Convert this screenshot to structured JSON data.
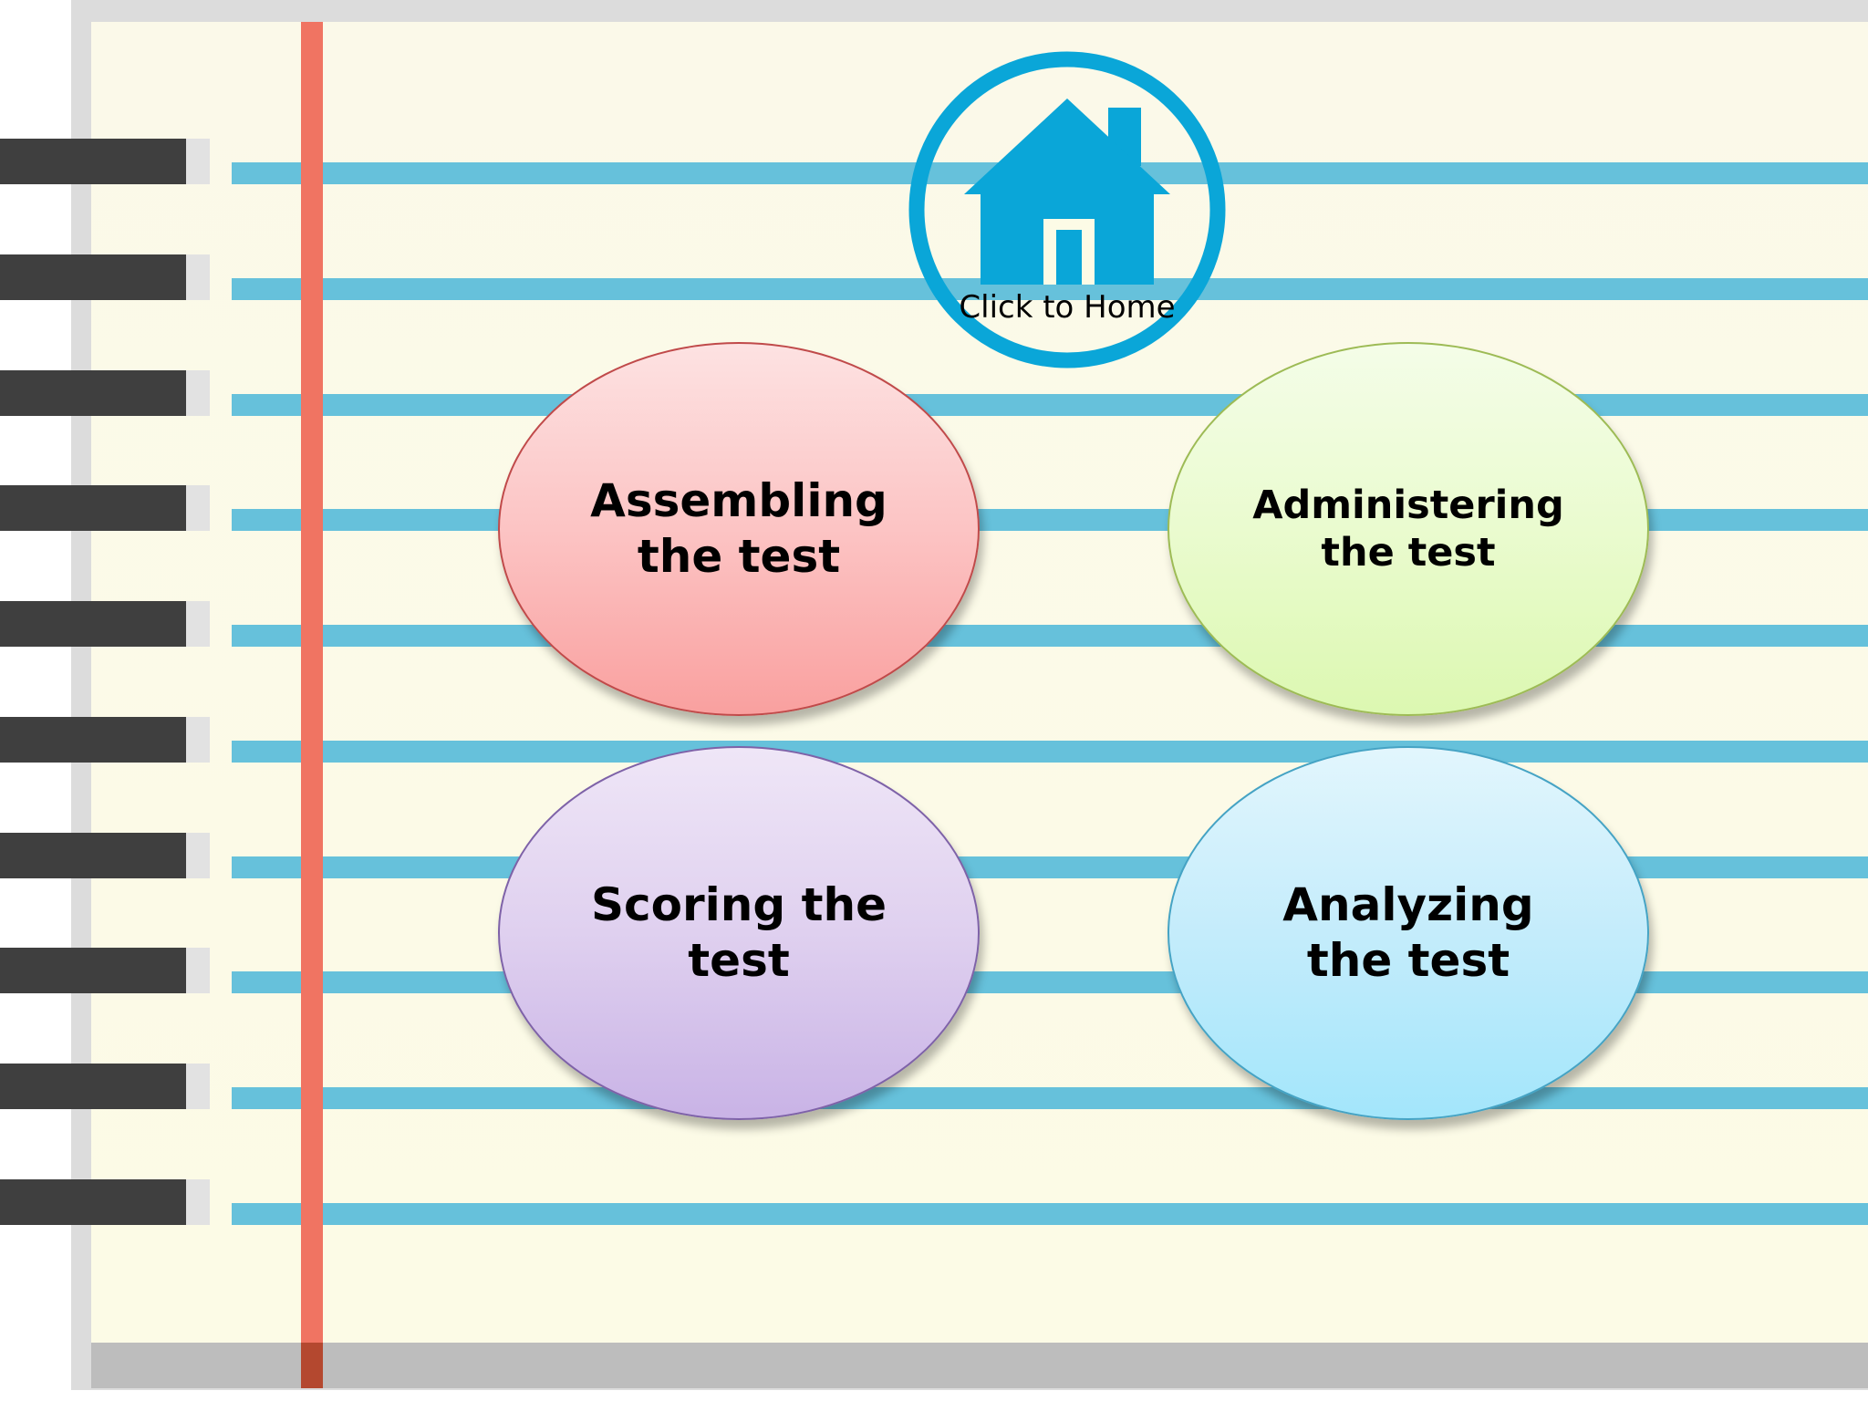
{
  "slide": {
    "home_button": {
      "label": "Click to Home",
      "icon": "home-icon",
      "color": "#0aa6d8"
    },
    "topics": [
      {
        "label_line1": "Assembling",
        "label_line2": "the test",
        "color": "#fcc4c4"
      },
      {
        "label_line1": "Administering",
        "label_line2": "the test",
        "color": "#eafbcf"
      },
      {
        "label_line1": "Scoring the",
        "label_line2": "test",
        "color": "#dfd0ef"
      },
      {
        "label_line1": "Analyzing",
        "label_line2": "the test",
        "color": "#c4ecfb"
      }
    ]
  },
  "theme": {
    "paper": "#fcfbe6",
    "rule_line": "#66c1db",
    "margin_line": "#f07462",
    "binder": "#3f3f3f"
  }
}
